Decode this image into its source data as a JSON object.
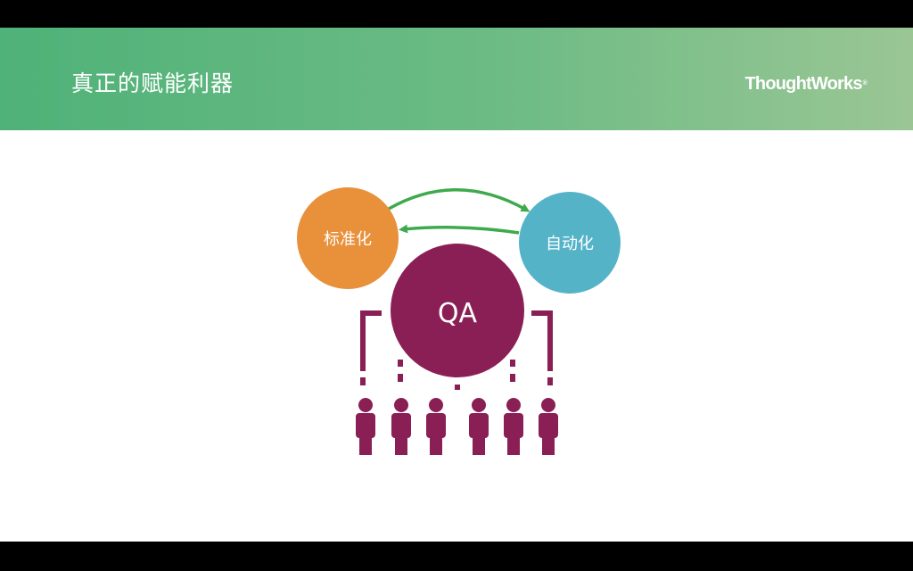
{
  "slide": {
    "title": "真正的赋能利器",
    "logo_text": "ThoughtWorks",
    "logo_mark": "®"
  },
  "diagram": {
    "nodes": {
      "standardize": {
        "label": "标准化",
        "color": "#e8903a"
      },
      "automate": {
        "label": "自动化",
        "color": "#55b3c8"
      },
      "qa": {
        "label": "QA",
        "color": "#8a1f55"
      }
    },
    "arrow_color": "#3faa4d",
    "people_color": "#8a1f55",
    "people_count": 6
  }
}
